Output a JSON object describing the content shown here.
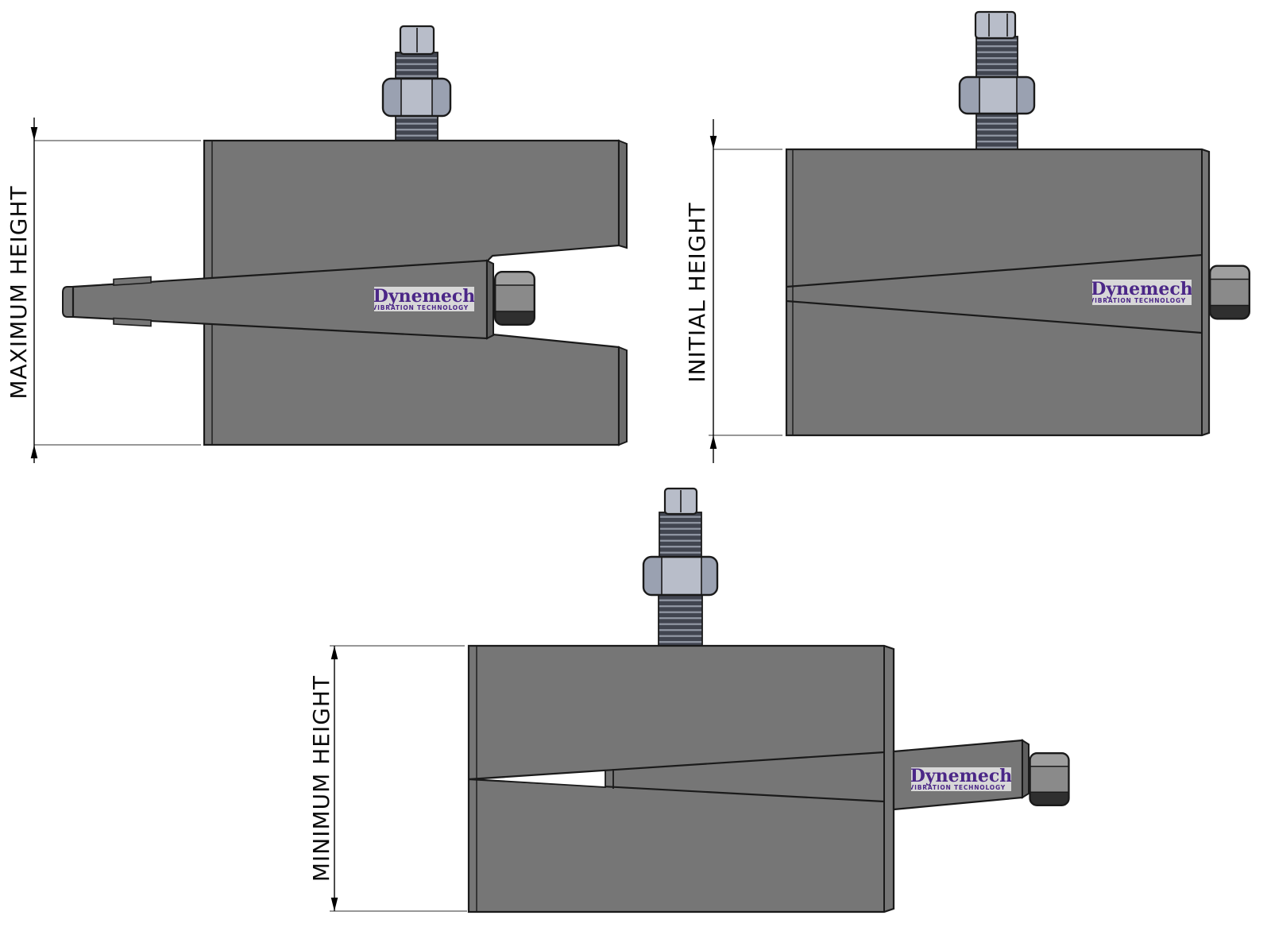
{
  "page": {
    "background": "#ffffff"
  },
  "colors": {
    "background": "#ffffff",
    "block_face": "#767676",
    "block_side": "#6c6c6c",
    "wedge_side": "#5e5e5e",
    "outline": "#1a1a1a",
    "bolt_light": "#b8bdc9",
    "bolt_side": "#9aa1b1",
    "thread_dark": "#414550",
    "thread_light": "#9298a5",
    "sidenut_top": "#9e9e9e",
    "sidenut_mid": "#8a8a8a",
    "sidenut_bottom": "#2f2f2f",
    "logo_bg": "#d8d8d8",
    "logo_text": "#4b2787",
    "dim_color": "#000000",
    "ext_color": "#777777",
    "gap_fill": "#ffffff"
  },
  "logo": {
    "brand": "Dynemech",
    "tagline": "VIBRATION TECHNOLOGY"
  },
  "diagrams": [
    {
      "id": "maximum-height",
      "label": "MAXIMUM HEIGHT"
    },
    {
      "id": "initial-height",
      "label": "INITIAL HEIGHT"
    },
    {
      "id": "minimum-height",
      "label": "MINIMUM HEIGHT"
    }
  ]
}
